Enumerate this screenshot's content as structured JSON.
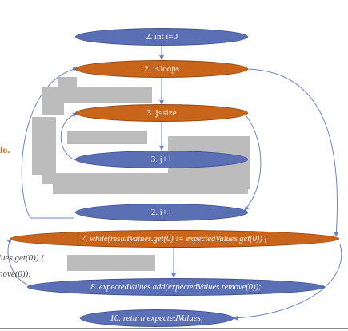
{
  "colors": {
    "node_blue": "#5b6fb5",
    "node_orange": "#c8651b",
    "edge": "#6f84c4",
    "occluder_grey": "#bcbcbc"
  },
  "nodes": [
    {
      "id": "n1",
      "label": "2.   int i=0",
      "color": "blue"
    },
    {
      "id": "n2",
      "label": "2.   i<loops",
      "color": "orange"
    },
    {
      "id": "n3",
      "label": "3.   j<size",
      "color": "orange"
    },
    {
      "id": "n4",
      "label": "3.   j++",
      "color": "blue"
    },
    {
      "id": "n5",
      "label": "2.   i++",
      "color": "blue"
    },
    {
      "id": "n6",
      "label": "7.   while(resultValues.get(0) != expectedValues.get(0)) {",
      "color": "orange"
    },
    {
      "id": "n7",
      "label": "8.   expectedValues.add(expectedValues.remove(0));",
      "color": "blue"
    },
    {
      "id": "n8",
      "label": "10.   return expectedValues;",
      "color": "blue"
    }
  ],
  "side_text": {
    "left_label": "lo.",
    "code_line_1": "lues.get(0)) {",
    "code_line_2": "nove(0));"
  }
}
